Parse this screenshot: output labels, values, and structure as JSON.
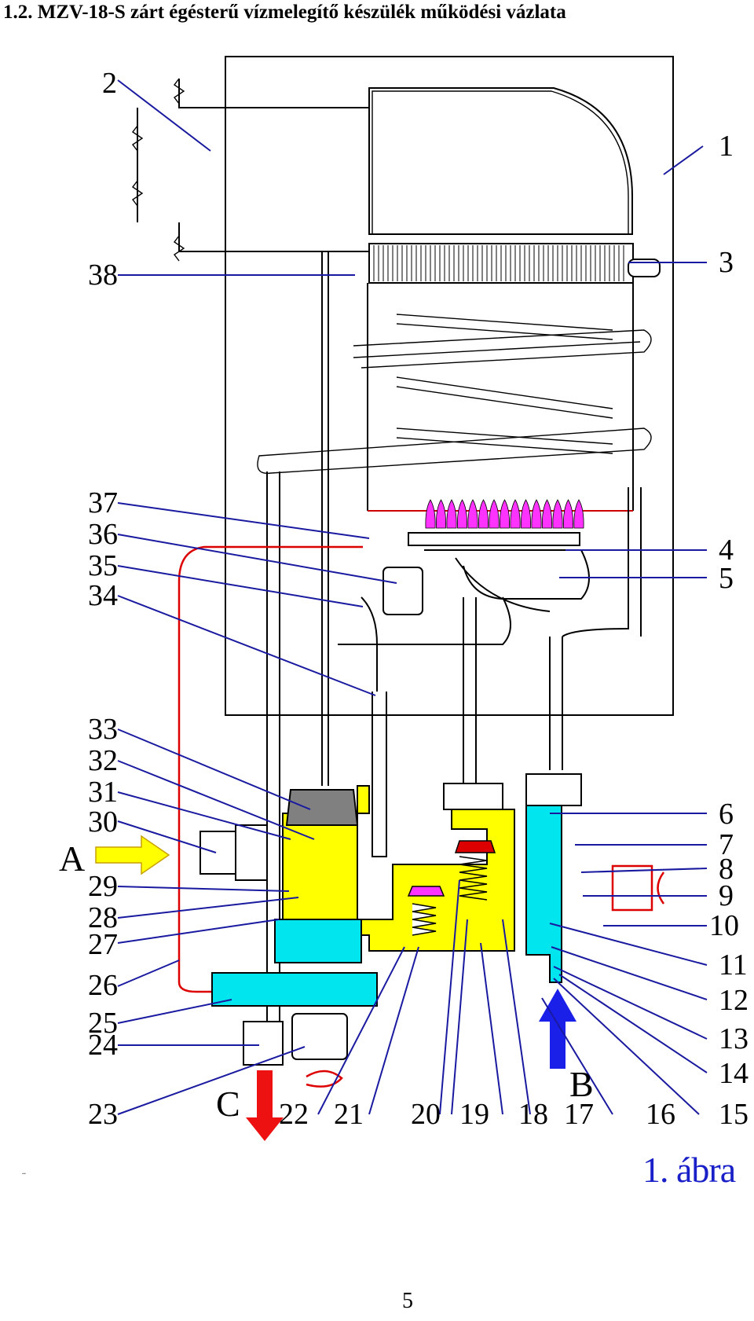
{
  "title": "1.2. MZV-18-S zárt égésterű vízmelegítő készülék működési vázlata",
  "figure_label": "1. ábra",
  "page_number": "5",
  "tiny_mark": "..",
  "flow_labels": {
    "gas_inlet": "A",
    "cold_water_inlet": "B",
    "hot_water_outlet": "C"
  },
  "part_numbers": [
    "1",
    "2",
    "3",
    "4",
    "5",
    "6",
    "7",
    "8",
    "9",
    "10",
    "11",
    "12",
    "13",
    "14",
    "15",
    "16",
    "17",
    "18",
    "19",
    "20",
    "21",
    "22",
    "23",
    "24",
    "25",
    "26",
    "27",
    "28",
    "29",
    "30",
    "31",
    "32",
    "33",
    "34",
    "35",
    "36",
    "37",
    "38"
  ],
  "colors": {
    "gas": "#ffff00",
    "water": "#00e5ee",
    "flame": "#ff33ff",
    "ignition_wire": "#dd0000",
    "leader": "#1a1aa0",
    "figure_label": "#1a20c8"
  }
}
